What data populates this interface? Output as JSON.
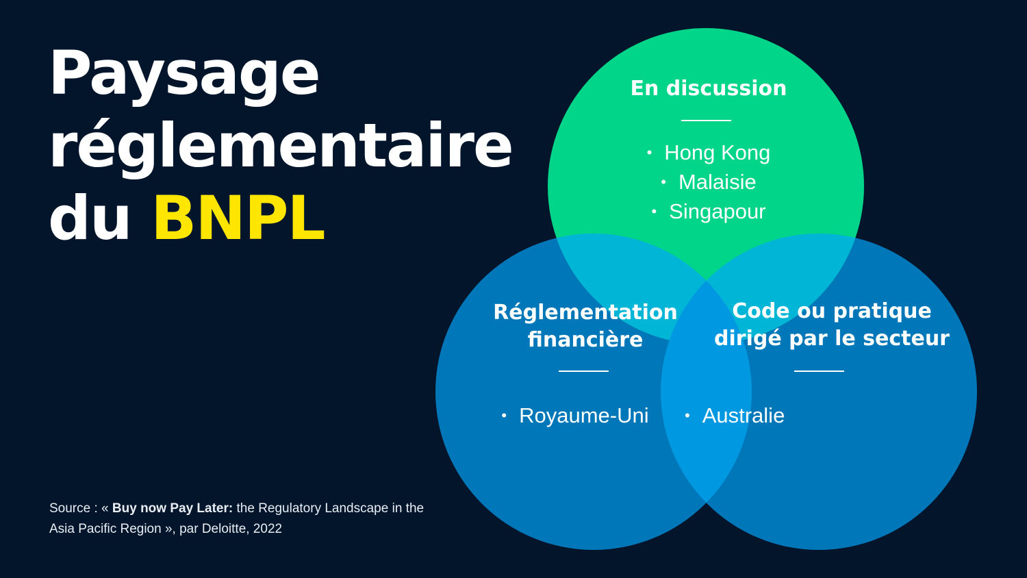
{
  "title": {
    "line1": "Paysage",
    "line2": "réglementaire",
    "line3_prefix": "du ",
    "line3_accent": "BNPL",
    "accent_color": "#ffe600"
  },
  "source": {
    "prefix": "Source : « ",
    "bold": "Buy now Pay Later:",
    "rest": " the Regulatory Landscape in the Asia Pacific Region », par Deloitte, 2022"
  },
  "colors": {
    "background": "#02152b",
    "green": "#00d58a",
    "blue": "#0077b8",
    "green_blue_overlap": "#00b5d6",
    "blue_blue_overlap": "#0098e0"
  },
  "venn": {
    "top": {
      "heading": "En discussion",
      "items": [
        "Hong Kong",
        "Malaisie",
        "Singapour"
      ]
    },
    "left": {
      "heading_line1": "Réglementation",
      "heading_line2": "financière",
      "items": [
        "Royaume-Uni"
      ]
    },
    "right": {
      "heading_line1": "Code ou pratique",
      "heading_line2": "dirigé par le secteur",
      "items": [
        "Australie"
      ]
    }
  }
}
